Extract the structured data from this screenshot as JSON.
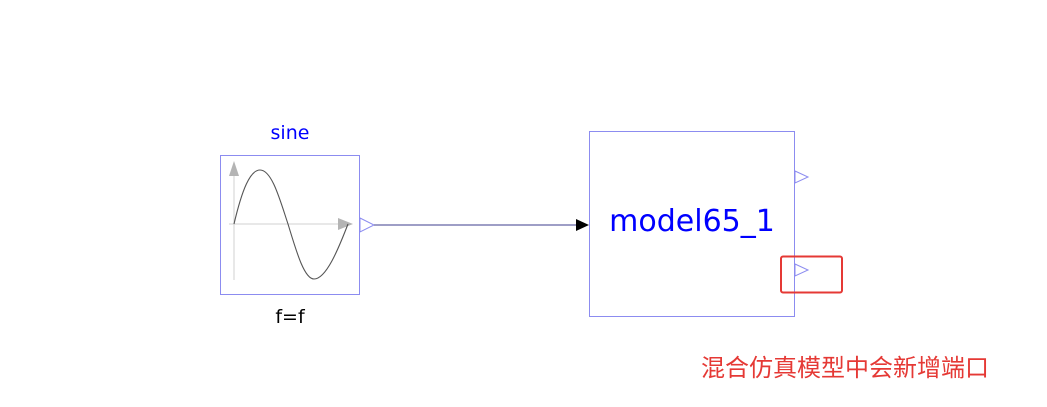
{
  "diagram": {
    "sine_block": {
      "title": "sine",
      "parameter": "f=f",
      "icon": "sine-wave-icon"
    },
    "model_block": {
      "name": "model65_1"
    },
    "annotation": {
      "text": "混合仿真模型中会新增端口",
      "color": "#e53935"
    },
    "colors": {
      "block_border": "#8c8cf0",
      "label_blue": "#0000ff",
      "connection": "#3c3c8c",
      "highlight": "#e53935"
    }
  }
}
